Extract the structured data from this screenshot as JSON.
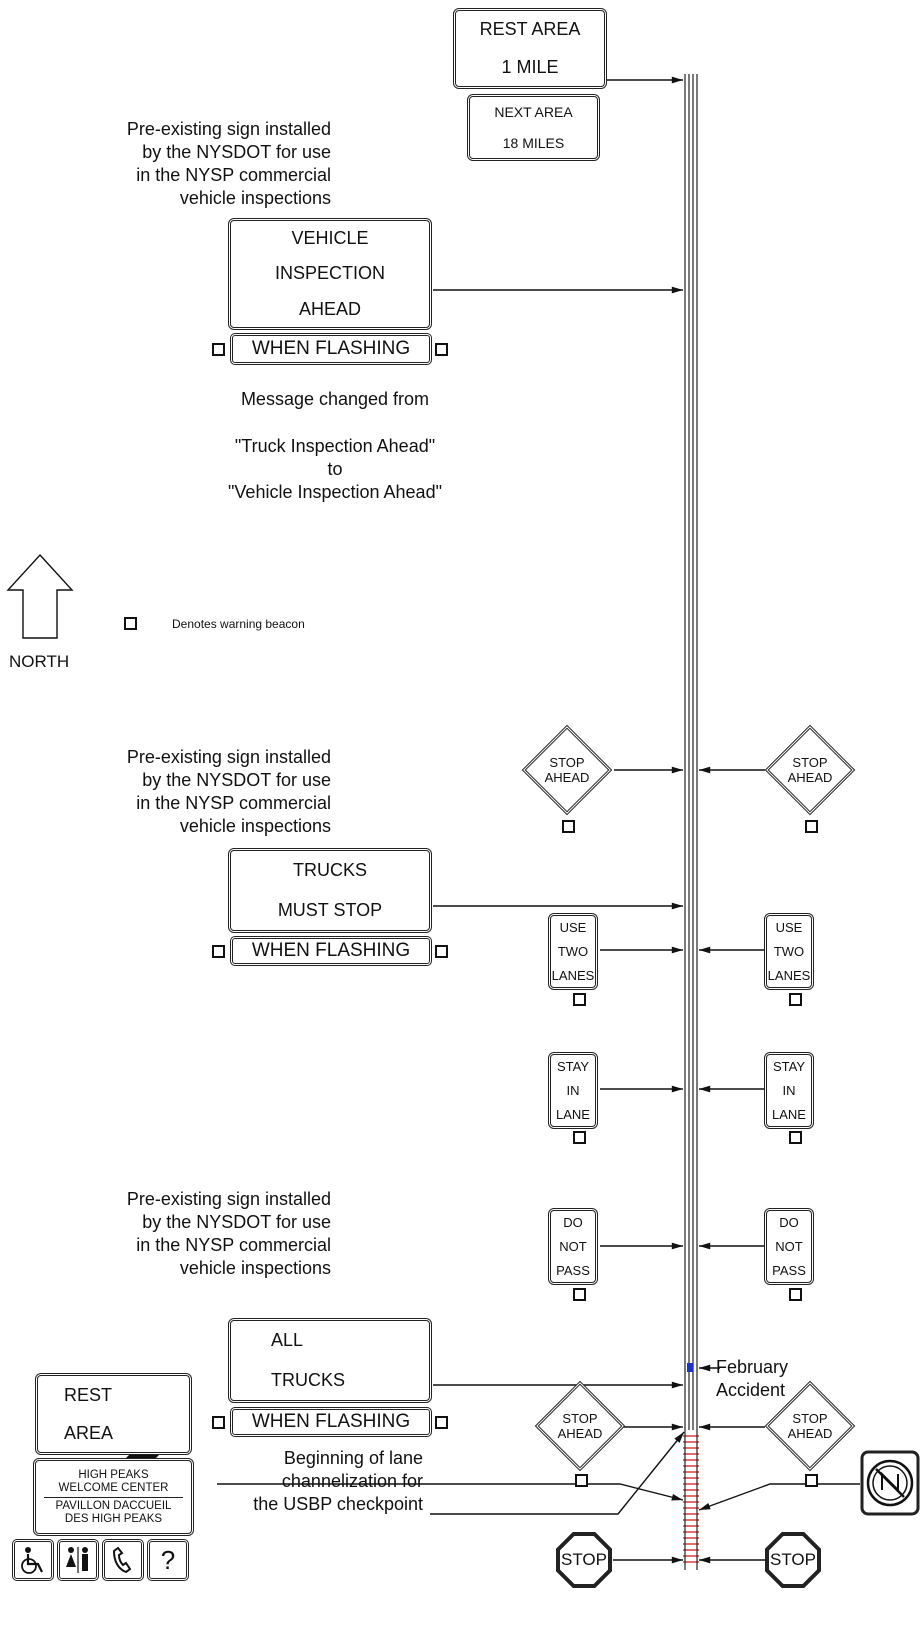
{
  "signs": {
    "rest_area_1_mile": {
      "line1": "REST AREA",
      "line2": "1  MILE"
    },
    "next_area": {
      "line1": "NEXT AREA",
      "line2": "18  MILES"
    },
    "vehicle_inspection": {
      "line1": "VEHICLE",
      "line2": "INSPECTION",
      "line3": "AHEAD",
      "strip": "WHEN  FLASHING"
    },
    "trucks_must_stop": {
      "line1": "TRUCKS",
      "line2": "MUST STOP",
      "strip": "WHEN  FLASHING"
    },
    "all_trucks": {
      "line1": "ALL",
      "line2": "TRUCKS",
      "strip": "WHEN  FLASHING"
    },
    "rest_area": {
      "line1": "REST",
      "line2": "AREA"
    },
    "welcome_center": {
      "en1": "HIGH PEAKS",
      "en2": "WELCOME CENTER",
      "fr1": "PAVILLON DACCUEIL",
      "fr2": "DES HIGH PEAKS"
    },
    "stop_ahead": {
      "line1": "STOP",
      "line2": "AHEAD"
    },
    "use_two_lanes": {
      "line1": "USE",
      "line2": "TWO",
      "line3": "LANES"
    },
    "stay_in_lane": {
      "line1": "STAY",
      "line2": "IN",
      "line3": "LANE"
    },
    "do_not_pass": {
      "line1": "DO",
      "line2": "NOT",
      "line3": "PASS"
    },
    "stop": "STOP",
    "info_symbol": "?"
  },
  "notes": {
    "preexisting": [
      "Pre-existing sign installed",
      "by the NYSDOT for use",
      "in the NYSP commercial",
      "vehicle inspections"
    ],
    "message_changed": "Message changed from",
    "truck_inspection": "\"Truck Inspection Ahead\"",
    "to": "to",
    "vehicle_inspection": "\"Vehicle Inspection Ahead\"",
    "beacon_legend": "Denotes warning beacon",
    "north": "NORTH",
    "accident": [
      "February",
      "Accident"
    ],
    "lane_channelization": [
      "Beginning of lane",
      "channelization for",
      "the USBP checkpoint"
    ]
  },
  "icons": [
    "north-arrow-icon",
    "diagonal-arrow-icon",
    "wheelchair-icon",
    "restroom-icon",
    "telephone-icon",
    "question-icon",
    "no-entry-symbol-icon"
  ],
  "colors": {
    "ink": "#111111",
    "checkpoint_red": "#cc2222",
    "marker_blue": "#1a33cc"
  }
}
